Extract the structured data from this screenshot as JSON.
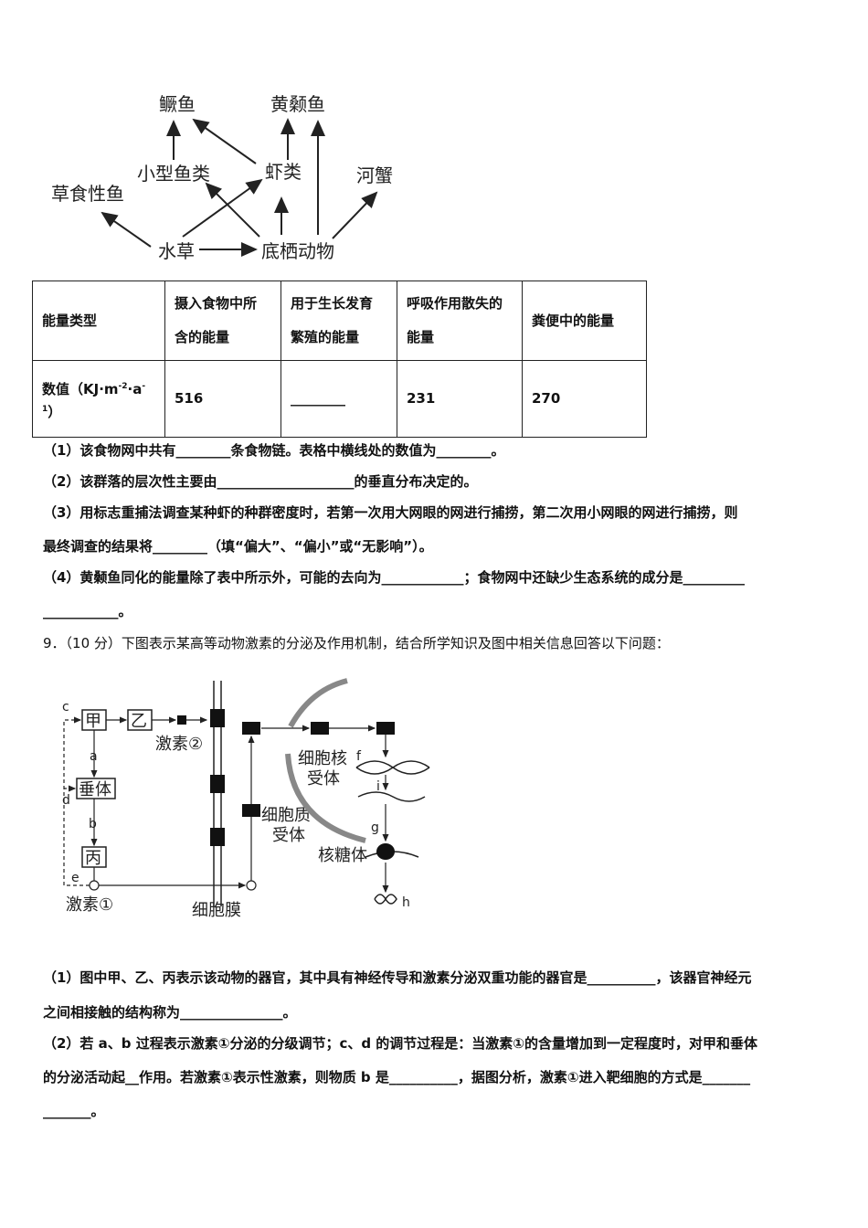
{
  "food_web": {
    "nodes": {
      "mandarin_fish": "鳜鱼",
      "yellow_catfish": "黄颡鱼",
      "small_fish": "小型鱼类",
      "shrimp": "虾类",
      "herbivorous_fish": "草食性鱼",
      "river_crab": "河蟹",
      "water_plants": "水草",
      "benthic_animals": "底栖动物"
    }
  },
  "energy_table": {
    "headers": [
      "能量类型",
      "摄入食物中所含的能量",
      "用于生长发育繁殖的能量",
      "呼吸作用散失的能量",
      "粪便中的能量"
    ],
    "header_lines": [
      [
        "能量类型"
      ],
      [
        "摄入食物中所",
        "含的能量"
      ],
      [
        "用于生长发育",
        "繁殖的能量"
      ],
      [
        "呼吸作用散失的",
        "能量"
      ],
      [
        "粪便中的能量"
      ]
    ],
    "row_label_lines": [
      "数值（KJ·m",
      "-2",
      "·a",
      "-",
      "1",
      "）"
    ],
    "values": [
      "516",
      "________",
      "231",
      "270"
    ]
  },
  "q8": {
    "p1": "（1）该食物网中共有________条食物链。表格中横线处的数值为________。",
    "p2": "（2）该群落的层次性主要由____________________的垂直分布决定的。",
    "p3_line1": "（3）用标志重捕法调查某种虾的种群密度时，若第一次用大网眼的网进行捕捞，第二次用小网眼的网进行捕捞，则",
    "p3_line2": "最终调查的结果将________（填“偏大”、“偏小”或“无影响”）。",
    "p4_line1": "（4）黄颡鱼同化的能量除了表中所示外，可能的去向为____________；食物网中还缺少生态系统的成分是_________",
    "p4_line2": "___________。"
  },
  "q9": {
    "title": "9．（10 分）下图表示某高等动物激素的分泌及作用机制，结合所学知识及图中相关信息回答以下问题：",
    "diagram": {
      "jia": "甲",
      "yi": "乙",
      "bing": "丙",
      "chuiti": "垂体",
      "hormone1": "激素①",
      "hormone2": "激素②",
      "membrane": "细胞膜",
      "nuclear_receptor_1": "细胞核",
      "nuclear_receptor_2": "受体",
      "cyto_receptor_1": "细胞质",
      "cyto_receptor_2": "受体",
      "ribosome": "核糖体",
      "a": "a",
      "b": "b",
      "c": "c",
      "d": "d",
      "e": "e",
      "f": "f",
      "g": "g",
      "h": "h",
      "i": "i"
    },
    "p1_line1": "（1）图中甲、乙、丙表示该动物的器官，其中具有神经传导和激素分泌双重功能的器官是__________，该器官神经元",
    "p1_line2": "之间相接触的结构称为_______________。",
    "p2_line1": "（2）若 a、b 过程表示激素①分泌的分级调节；c、d 的调节过程是：当激素①的含量增加到一定程度时，对甲和垂体",
    "p2_line2": "的分泌活动起__作用。若激素①表示性激素，则物质 b 是__________，据图分析，激素①进入靶细胞的方式是_______",
    "p2_line3": "_______。"
  }
}
